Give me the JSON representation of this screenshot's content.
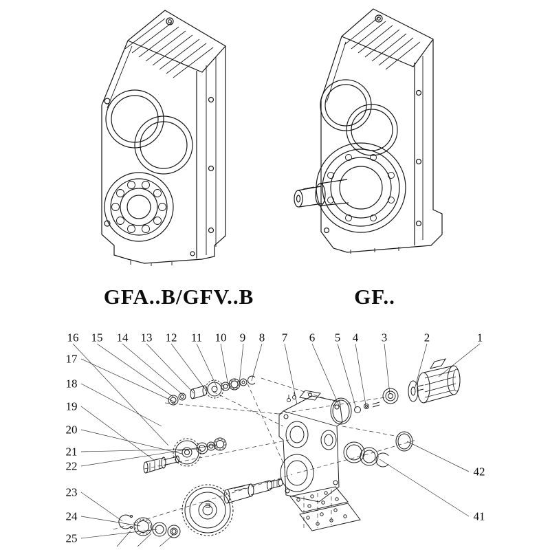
{
  "figures": [
    {
      "caption": "GFA..B/GFV..B"
    },
    {
      "caption": "GF.."
    }
  ],
  "exploded_view": {
    "top_labels": [
      "16",
      "15",
      "14",
      "13",
      "12",
      "11",
      "10",
      "9",
      "8",
      "7",
      "6",
      "5",
      "4",
      "3",
      "2",
      "1"
    ],
    "left_labels": [
      "17",
      "18",
      "19",
      "20",
      "21",
      "22",
      "23",
      "24",
      "25"
    ],
    "right_labels": [
      "42",
      "41"
    ]
  }
}
